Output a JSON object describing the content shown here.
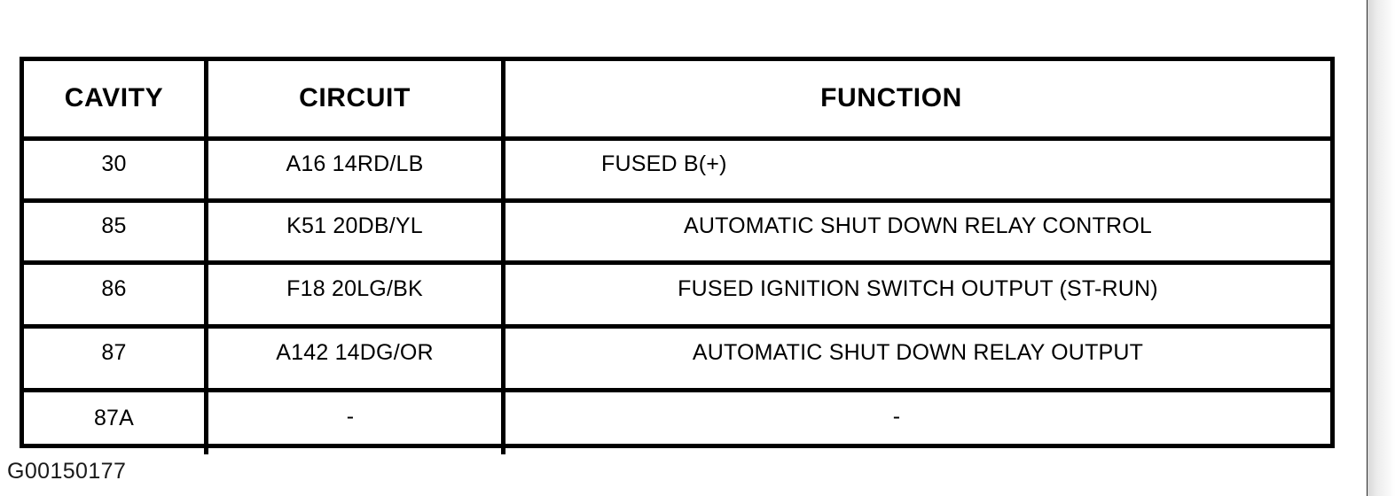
{
  "document": {
    "caption": "G00150177",
    "background_color": "#ffffff",
    "ink_color": "#000000"
  },
  "table": {
    "name": "relay-cavity-circuit-function-table",
    "border_color": "#000000",
    "columns": [
      {
        "key": "cavity",
        "header": "CAVITY"
      },
      {
        "key": "circuit",
        "header": "CIRCUIT"
      },
      {
        "key": "function",
        "header": "FUNCTION"
      }
    ],
    "rows": [
      {
        "cavity": "30",
        "circuit": "A16 14RD/LB",
        "function": "FUSED B(+)"
      },
      {
        "cavity": "85",
        "circuit": "K51 20DB/YL",
        "function": "AUTOMATIC SHUT DOWN RELAY CONTROL"
      },
      {
        "cavity": "86",
        "circuit": "F18 20LG/BK",
        "function": "FUSED IGNITION SWITCH OUTPUT (ST-RUN)"
      },
      {
        "cavity": "87",
        "circuit": "A142 14DG/OR",
        "function": "AUTOMATIC SHUT DOWN RELAY OUTPUT"
      },
      {
        "cavity": "87A",
        "circuit": "-",
        "function": "-"
      }
    ]
  }
}
